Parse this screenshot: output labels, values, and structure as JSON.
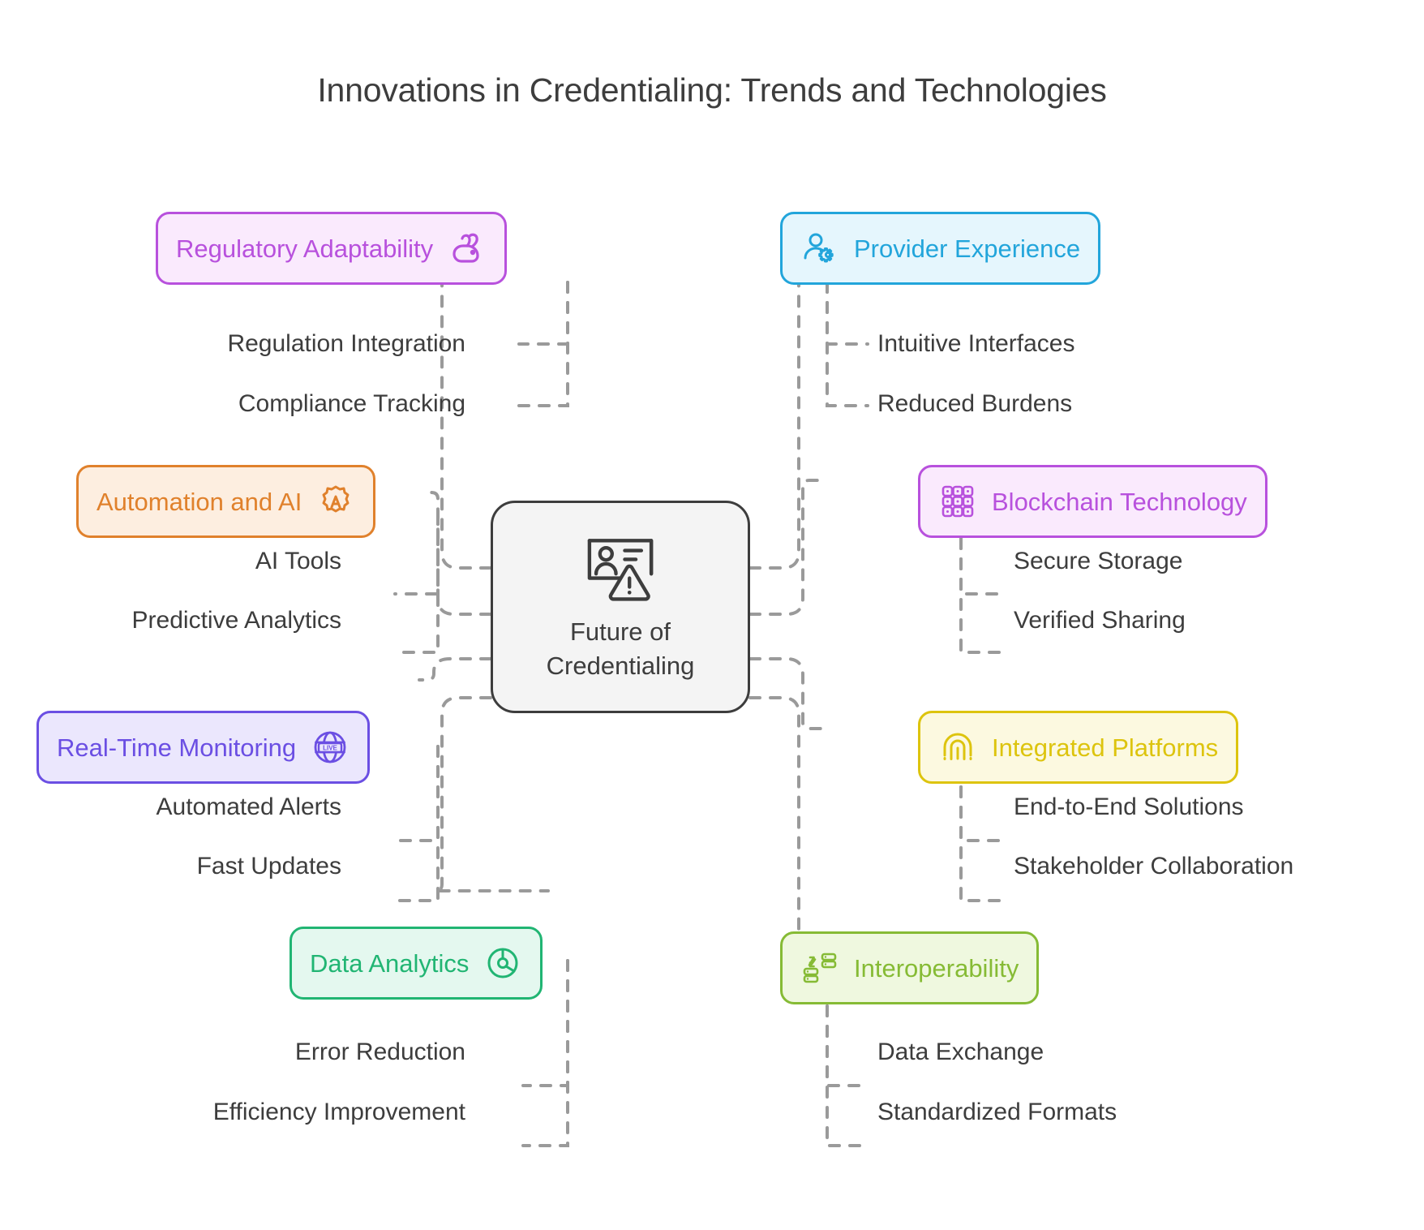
{
  "title": "Innovations in Credentialing: Trends and Technologies",
  "center": {
    "line1": "Future of",
    "line2": "Credentialing",
    "icon": "id-card-warning-icon",
    "border_color": "#3d3d3d",
    "fill_color": "#f4f4f4"
  },
  "branches": [
    {
      "id": "regulatory-adaptability",
      "label": "Regulatory Adaptability",
      "icon": "rabbit-icon",
      "color": "#b851dd",
      "fill": "#faeafd",
      "side": "left",
      "children": [
        "Regulation Integration",
        "Compliance Tracking"
      ]
    },
    {
      "id": "automation-and-ai",
      "label": "Automation and AI",
      "icon": "ai-gear-icon",
      "color": "#e0812c",
      "fill": "#fdeee0",
      "side": "left",
      "children": [
        "AI Tools",
        "Predictive Analytics"
      ]
    },
    {
      "id": "real-time-monitoring",
      "label": "Real-Time Monitoring",
      "icon": "live-globe-icon",
      "color": "#6b4fe3",
      "fill": "#ebe7fd",
      "side": "left",
      "children": [
        "Automated Alerts",
        "Fast Updates"
      ]
    },
    {
      "id": "data-analytics",
      "label": "Data Analytics",
      "icon": "pie-chart-icon",
      "color": "#21b573",
      "fill": "#e4f8ef",
      "side": "left",
      "children": [
        "Error Reduction",
        "Efficiency Improvement"
      ]
    },
    {
      "id": "provider-experience",
      "label": "Provider Experience",
      "icon": "user-gear-icon",
      "color": "#22a5db",
      "fill": "#e5f6fd",
      "side": "right",
      "children": [
        "Intuitive Interfaces",
        "Reduced Burdens"
      ]
    },
    {
      "id": "blockchain-technology",
      "label": "Blockchain Technology",
      "icon": "block-grid-icon",
      "color": "#b851dd",
      "fill": "#faeafd",
      "side": "right",
      "children": [
        "Secure Storage",
        "Verified Sharing"
      ]
    },
    {
      "id": "integrated-platforms",
      "label": "Integrated Platforms",
      "icon": "fingerprint-icon",
      "color": "#ddc40e",
      "fill": "#fcf9e0",
      "side": "right",
      "children": [
        "End-to-End Solutions",
        "Stakeholder Collaboration"
      ]
    },
    {
      "id": "interoperability",
      "label": "Interoperability",
      "icon": "database-exchange-icon",
      "color": "#86bb35",
      "fill": "#eff8df",
      "side": "right",
      "children": [
        "Data Exchange",
        "Standardized Formats"
      ]
    }
  ],
  "edge_color": "#9a9a9a",
  "chart_data": {
    "type": "diagram",
    "diagram_kind": "mind-map",
    "root": "Future of Credentialing",
    "nodes": [
      {
        "branch": "Regulatory Adaptability",
        "leaves": [
          "Regulation Integration",
          "Compliance Tracking"
        ]
      },
      {
        "branch": "Automation and AI",
        "leaves": [
          "AI Tools",
          "Predictive Analytics"
        ]
      },
      {
        "branch": "Real-Time Monitoring",
        "leaves": [
          "Automated Alerts",
          "Fast Updates"
        ]
      },
      {
        "branch": "Data Analytics",
        "leaves": [
          "Error Reduction",
          "Efficiency Improvement"
        ]
      },
      {
        "branch": "Provider Experience",
        "leaves": [
          "Intuitive Interfaces",
          "Reduced Burdens"
        ]
      },
      {
        "branch": "Blockchain Technology",
        "leaves": [
          "Secure Storage",
          "Verified Sharing"
        ]
      },
      {
        "branch": "Integrated Platforms",
        "leaves": [
          "End-to-End Solutions",
          "Stakeholder Collaboration"
        ]
      },
      {
        "branch": "Interoperability",
        "leaves": [
          "Data Exchange",
          "Standardized Formats"
        ]
      }
    ]
  }
}
